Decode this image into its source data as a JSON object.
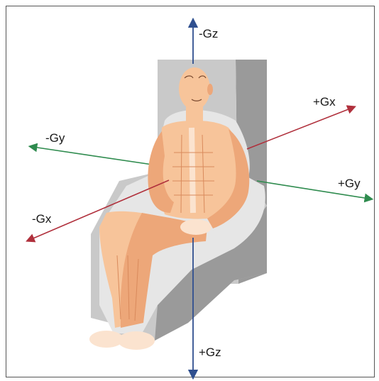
{
  "axes": {
    "neg_gz": "-Gz",
    "pos_gz": "+Gz",
    "pos_gx": "+Gx",
    "neg_gx": "-Gx",
    "neg_gy": "-Gy",
    "pos_gy": "+Gy"
  },
  "colors": {
    "z_axis": "#2f4f8f",
    "x_axis": "#b0303c",
    "y_axis": "#2e8b4e",
    "seat_face": "#c9c9c9",
    "seat_side": "#9a9a9a",
    "seat_halo": "#e6e6e6",
    "skin": "#f7c49a",
    "skin_shade": "#eda779",
    "skin_line": "#d98a5c"
  }
}
